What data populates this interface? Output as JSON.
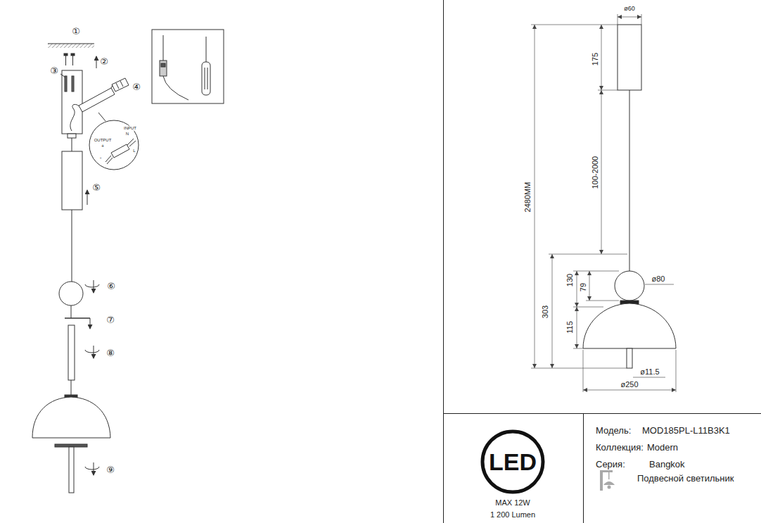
{
  "diagram": {
    "nodes": [
      {
        "text": [
          "MAX 12W",
          "1 200 Lumen"
        ]
      },
      {
        "text": [
          "LED"
        ],
        "in": 0
      },
      {
        "text": [
          "Модель:",
          "MOD185PL-L11B3K1",
          "Коллекция:",
          "Modern",
          "Серия:",
          "Bangkok",
          "Подвесной светильник"
        ]
      }
    ],
    "labels": [
      "①",
      "②",
      "③",
      "④",
      "OUTPUT",
      "+",
      "-",
      "INPUT",
      "N",
      "L",
      "⑤",
      "⑥",
      "⑦",
      "⑧",
      "⑨",
      "ø60",
      "175",
      "2480MM",
      "100-2000",
      "130",
      "79",
      "ø80",
      "303",
      "115",
      "ø11.5",
      "ø250"
    ]
  }
}
